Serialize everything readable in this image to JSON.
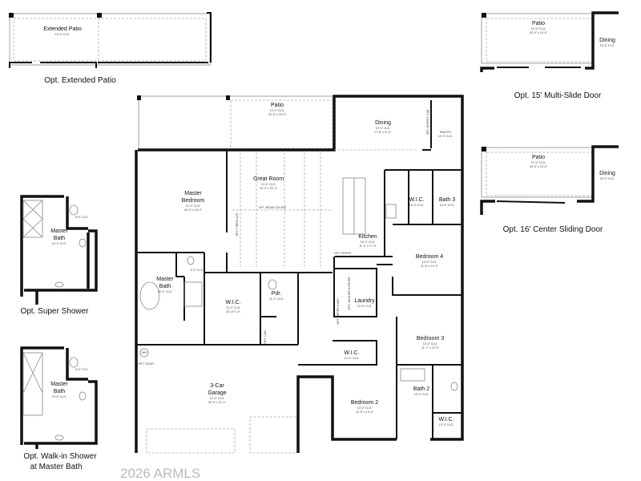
{
  "captions": {
    "extended_patio": "Opt. Extended Patio",
    "multi_slide": "Opt. 15' Multi-Slide Door",
    "center_sliding": "Opt. 16' Center Sliding Door",
    "super_shower": "Opt. Super Shower",
    "walkin_shower_1": "Opt. Walk-in Shower",
    "walkin_shower_2": "at Master Bath"
  },
  "watermark": "2026 ARMLS",
  "rooms": {
    "patio": {
      "name": "Patio",
      "clg": "10'-0\" CLG.",
      "size": "20'-0\" x 10'-0\""
    },
    "dining": {
      "name": "Dining",
      "clg": "10'-0\" CLG.",
      "size": "17'-8\" x 9'-11\""
    },
    "pantry": {
      "name": "PANTRY",
      "clg": "10'-0\" CLG."
    },
    "buffet": "OPT. BUFFET CAB.",
    "great_room": {
      "name": "Great Room",
      "clg": "10'-0\" CLG.",
      "size": "19'-3\" x 22'-0\""
    },
    "beam": "OPT. BEAM CEILING",
    "fireplace": "OPT. FIREPLACE",
    "master_bedroom": {
      "name1": "Master",
      "name2": "Bedroom",
      "clg": "10'-0\" CLG.",
      "size": "16'-0\" x 18'-0\""
    },
    "kitchen": {
      "name": "Kitchen",
      "clg": "10'-0\" CLG.",
      "size": "11'-0\" x 17'-0\""
    },
    "wic_hall": {
      "name": "W.I.C.",
      "clg": "10'-0\" CLG."
    },
    "bath3": {
      "name": "Bath 3",
      "clg": "10'-0\" CLG."
    },
    "bedroom4": {
      "name": "Bedroom 4",
      "clg": "10'-0\" CLG.",
      "size": "11'-6\" x 13'-0\""
    },
    "master_bath": {
      "name1": "Master",
      "name2": "Bath",
      "clg": "10'-0\" CLG."
    },
    "wc": {
      "clg": "9'-0\" CLG."
    },
    "master_wic": {
      "name": "W.I.C.",
      "clg": "10'-0\" CLG.",
      "size": "33'-10\" L.F."
    },
    "powder": {
      "name": "Pdr.",
      "clg": "11'-0\" CLG."
    },
    "cab": "OPT. CAB.",
    "refer": "OPT. REFER.",
    "laundry": {
      "name": "Laundry",
      "clg": "10'-0\" CLG.",
      "washer": "OPT. WASHER & DRYER",
      "cab": "OPT. UPPER CABS."
    },
    "wic_br2": {
      "name": "W.I.C.",
      "clg": "10'-0\" CLG."
    },
    "bedroom3": {
      "name": "Bedroom 3",
      "clg": "10'-0\" CLG.",
      "size": "11'-7\" x 13'-0\""
    },
    "bath2": {
      "name": "Bath 2",
      "clg": "10'-0\" CLG."
    },
    "wic_br3": {
      "name": "W.I.C.",
      "clg": "10'-0\" CLG."
    },
    "bedroom2": {
      "name": "Bedroom 2",
      "clg": "10'-0\" CLG.",
      "size": "11'-8\" x 13'-4\""
    },
    "garage": {
      "name1": "3-Car",
      "name2": "Garage",
      "clg": "10'-0\" CLG.",
      "size": "29'-3\" x 21'-1\""
    },
    "wh": "WH",
    "opt_door": "OPT. DOOR",
    "ext_patio": {
      "name": "Extended Patio",
      "clg": "10'-0\" CLG."
    },
    "opt_patio": {
      "name": "Patio",
      "clg": "10'-0\" CLG.",
      "size": "20'-0\" x 10'-0\""
    },
    "opt_dining": {
      "name": "Dining",
      "clg": "10'-0\" CLG."
    }
  }
}
